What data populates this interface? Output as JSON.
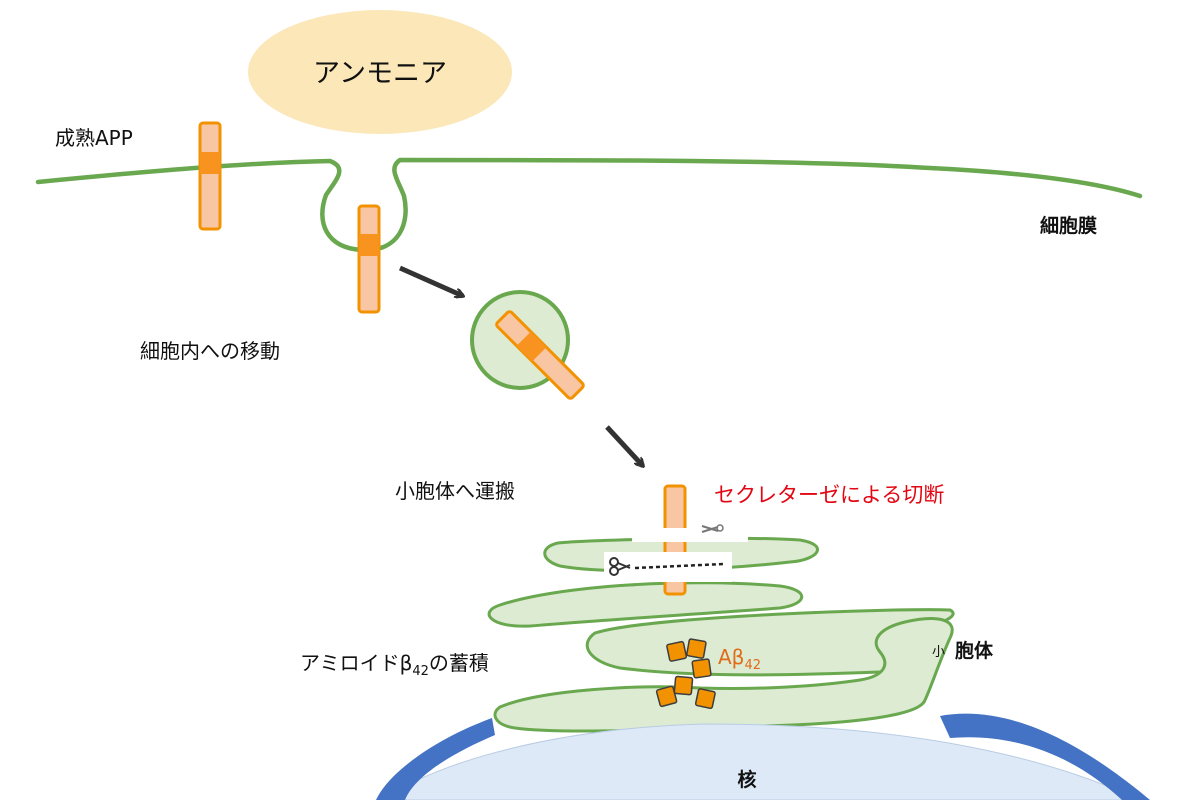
{
  "labels": {
    "ammonia": "アンモニア",
    "mature_app": "成熟APP",
    "cell_membrane": "細胞膜",
    "internalization": "細胞内への移動",
    "transport_to_golgi": "小胞体へ運搬",
    "secretase_cleavage": "セクレターゼによる切断",
    "abeta_base": "Aβ",
    "abeta_sub": "42",
    "accum_prefix": "アミロイドβ",
    "accum_sub": "42",
    "accum_suffix": "の蓄積",
    "er_small": "小",
    "er_main": "胞体",
    "nucleus": "核"
  },
  "colors": {
    "membrane": "#6aa84f",
    "ammonia_fill": "#fbe7b8",
    "app_fill": "#f9c6a3",
    "app_stroke": "#f39200",
    "app_band": "#f7931e",
    "er_fill": "#dcebd2",
    "nucleus_fill": "#dde9f6",
    "nucleus_cap": "#4472c4",
    "cleavage_text": "#e30613",
    "abeta_text": "#e06c1a",
    "aggregate": "#f39200"
  }
}
